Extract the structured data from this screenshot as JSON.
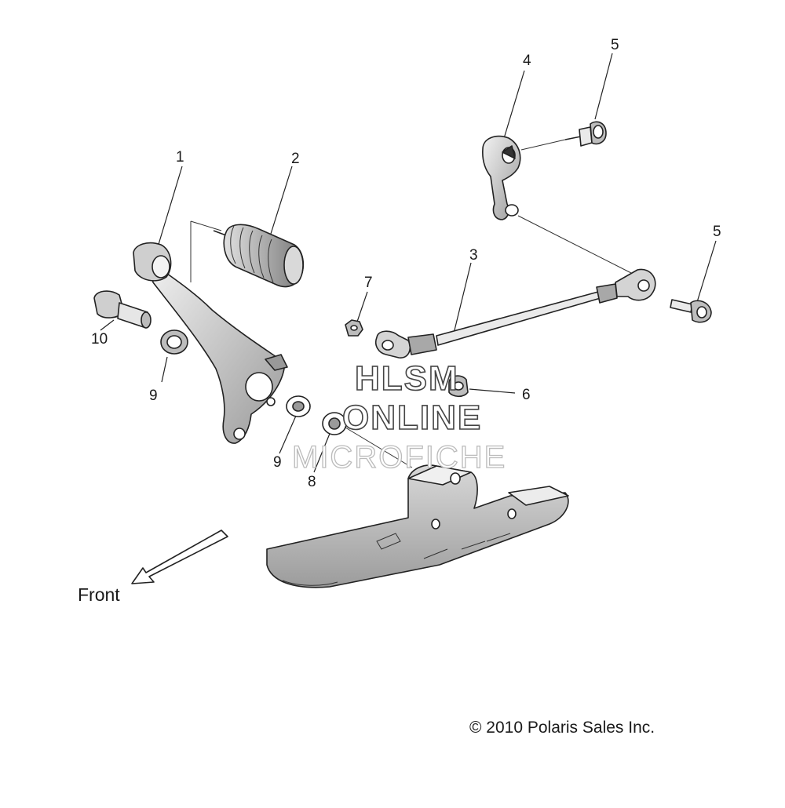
{
  "parts": [
    {
      "id": "1",
      "label": "1"
    },
    {
      "id": "2",
      "label": "2"
    },
    {
      "id": "3",
      "label": "3"
    },
    {
      "id": "4",
      "label": "4"
    },
    {
      "id": "5a",
      "label": "5"
    },
    {
      "id": "5b",
      "label": "5"
    },
    {
      "id": "6",
      "label": "6"
    },
    {
      "id": "7",
      "label": "7"
    },
    {
      "id": "8",
      "label": "8"
    },
    {
      "id": "9a",
      "label": "9"
    },
    {
      "id": "9b",
      "label": "9"
    },
    {
      "id": "10",
      "label": "10"
    }
  ],
  "front_label": "Front",
  "watermark": {
    "line1": "HLSM",
    "line2": "ONLINE",
    "line3": "MICROFICHE"
  },
  "copyright": "© 2010 Polaris Sales Inc.",
  "colors": {
    "line": "#222222",
    "shade": "#bdbdbd",
    "light": "#e6e6e6",
    "dark": "#8a8a8a"
  }
}
